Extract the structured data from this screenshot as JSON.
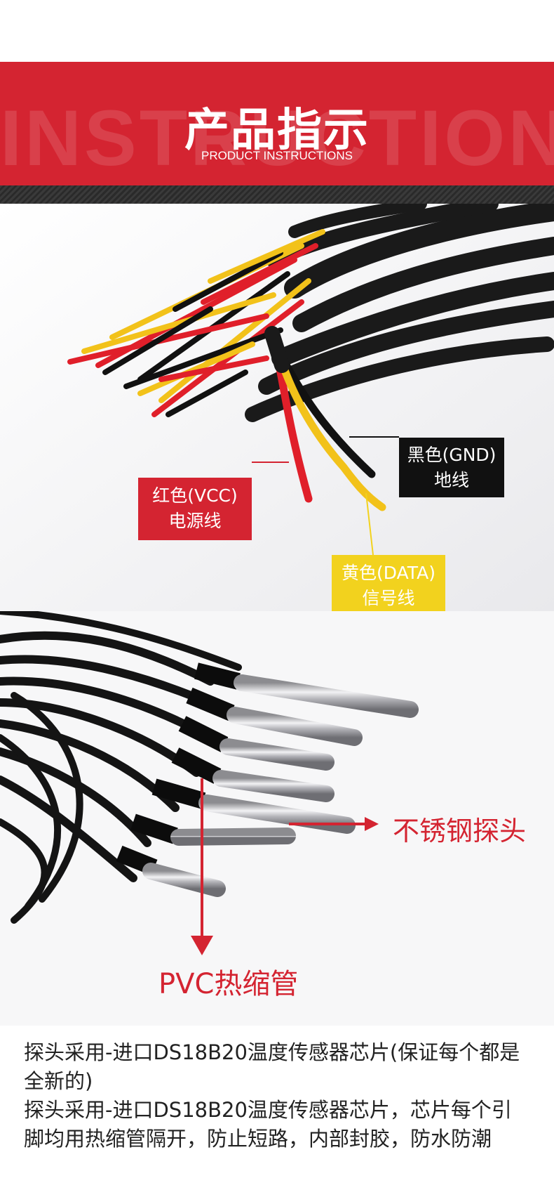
{
  "banner": {
    "background_word": "INSTRUCTIONS",
    "title": "产品指示",
    "subtitle": "PRODUCT INSTRUCTIONS"
  },
  "wire_labels": {
    "gnd": {
      "line1": "黑色(GND)",
      "line2": "地线"
    },
    "vcc": {
      "line1": "红色(VCC)",
      "line2": "电源线"
    },
    "data": {
      "line1": "黄色(DATA)",
      "line2": "信号线"
    }
  },
  "probe_callouts": {
    "steel_probe": "不锈钢探头",
    "pvc_tube": "PVC热缩管"
  },
  "description": {
    "paragraph1": "探头采用-进口DS18B20温度传感器芯片(保证每个都是全新的)",
    "paragraph2": "探头采用-进口DS18B20温度传感器芯片，芯片每个引脚均用热缩管隔开，防止短路，内部封胶，防水防潮"
  },
  "colors": {
    "brand_red": "#d42431",
    "label_black": "#111111",
    "label_yellow": "#f2d21e"
  }
}
